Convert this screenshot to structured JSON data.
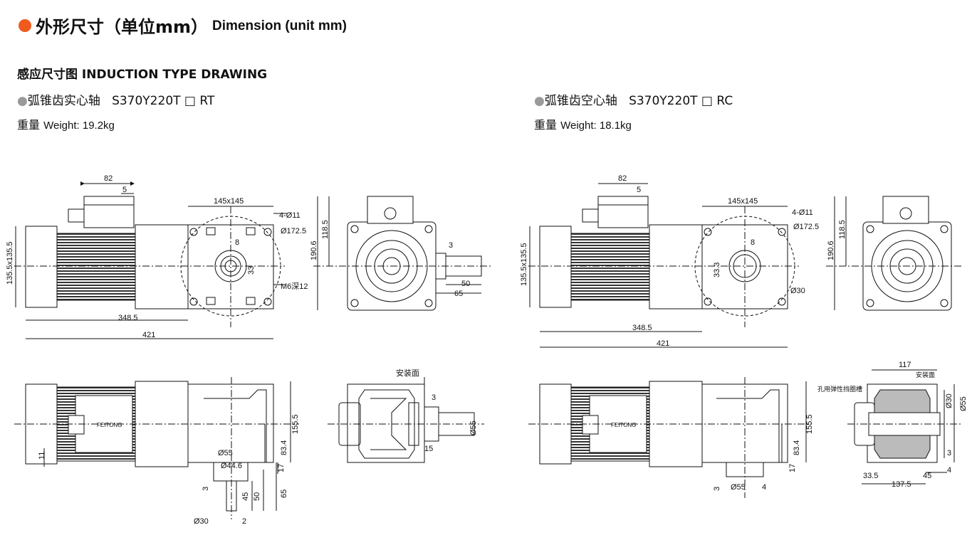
{
  "header": {
    "title_cn": "外形尺寸（单位mm）",
    "title_en": "Dimension (unit mm)"
  },
  "section_title": "感应尺寸图 INDUCTION TYPE DRAWING",
  "products": [
    {
      "bullet": "●",
      "name": "弧锥齿实心轴",
      "model": "S370Y220T □ RT",
      "weight_cn": "重量",
      "weight_en": "Weight: 19.2kg"
    },
    {
      "bullet": "●",
      "name": "弧锥齿空心轴",
      "model": "S370Y220T □ RC",
      "weight_cn": "重量",
      "weight_en": "Weight: 18.1kg"
    }
  ],
  "dims_left": {
    "d82": "82",
    "d5": "5",
    "d145": "145x145",
    "d4011": "4-Ø11",
    "d1725": "Ø172.5",
    "d8": "8",
    "d333": "33",
    "dm6": "M6深12",
    "d1355": "135.5x135.5",
    "d1185": "118.5",
    "d1906": "190.6",
    "d3": "3",
    "d50": "50",
    "d65": "65",
    "d3485": "348.5",
    "d421": "421",
    "mount": "安装面",
    "d3b": "3",
    "d55": "Ø55",
    "d15": "15",
    "d1555": "155.5",
    "d834": "83.4",
    "d17": "17",
    "d11": "11",
    "d55b": "Ø55",
    "d446": "Ø44.6",
    "d3c": "3",
    "d45": "45",
    "d50b": "50",
    "d65b": "65",
    "d30": "Ø30",
    "d2": "2",
    "brand": "FEITONG"
  },
  "dims_right": {
    "d82": "82",
    "d5": "5",
    "d145": "145x145",
    "d4011": "4-Ø11",
    "d1725": "Ø172.5",
    "d8": "8",
    "d333": "33.3",
    "d30": "Ø30",
    "d1355": "135.5x135.5",
    "d1185": "118.5",
    "d1906": "190.6",
    "d3485": "348.5",
    "d421": "421",
    "d117": "117",
    "mount": "安装面",
    "ring": "孔用弹性挡圈槽",
    "d30b": "Ø30",
    "d55": "Ø55",
    "d1555": "155.5",
    "d834": "83.4",
    "d17": "17",
    "d3": "3",
    "d55b": "Ø55",
    "d4": "4",
    "d3b": "3",
    "d4b": "4",
    "d335": "33.5",
    "d45": "45",
    "d1375": "137.5",
    "brand": "FEITONG"
  }
}
